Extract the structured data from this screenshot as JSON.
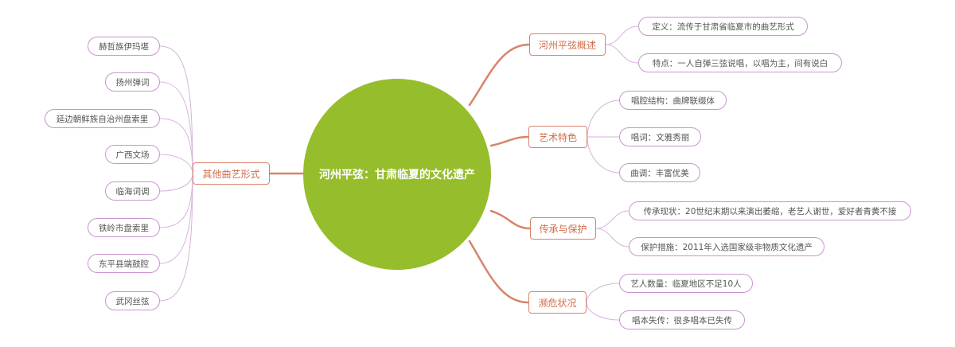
{
  "center": {
    "label": "河州平弦：甘肃临夏的文化遗产"
  },
  "branches": [
    {
      "label": "河州平弦概述",
      "leaves": [
        "定义：流传于甘肃省临夏市的曲艺形式",
        "特点：一人自弹三弦说唱，以唱为主，间有说白"
      ]
    },
    {
      "label": "艺术特色",
      "leaves": [
        "唱腔结构：曲牌联缀体",
        "唱词：文雅秀丽",
        "曲调：丰富优美"
      ]
    },
    {
      "label": "传承与保护",
      "leaves": [
        "传承现状：20世纪末期以来演出萎缩，老艺人谢世，爱好者青黄不接",
        "保护措施：2011年入选国家级非物质文化遗产"
      ]
    },
    {
      "label": "濒危状况",
      "leaves": [
        "艺人数量：临夏地区不足10人",
        "唱本失传：很多唱本已失传"
      ]
    },
    {
      "label": "其他曲艺形式",
      "leaves": [
        "赫哲族伊玛堪",
        "扬州弹词",
        "延边朝鲜族自治州盘索里",
        "广西文场",
        "临海词调",
        "铁岭市盘索里",
        "东平县端鼓腔",
        "武冈丝弦"
      ]
    }
  ],
  "colors": {
    "center_fill": "#96bd2b",
    "branch_stroke": "#d9836a",
    "branch_text": "#cf6d49",
    "leaf_stroke": "#c994d0",
    "leaf_text": "#555555"
  }
}
